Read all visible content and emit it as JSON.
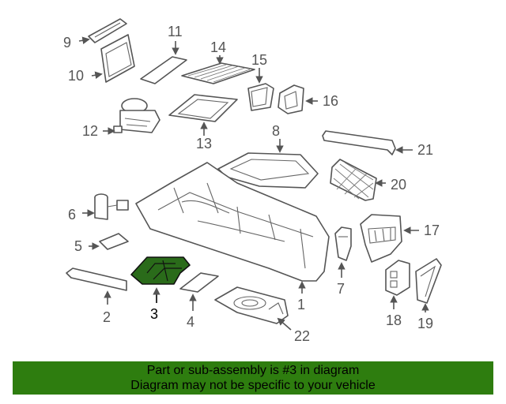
{
  "diagram": {
    "highlight_color": "#2e7d0f",
    "highlighted_part": "3",
    "callouts": [
      "1",
      "2",
      "3",
      "4",
      "5",
      "6",
      "7",
      "8",
      "9",
      "10",
      "11",
      "12",
      "13",
      "14",
      "15",
      "16",
      "17",
      "18",
      "19",
      "20",
      "21",
      "22"
    ]
  },
  "banner": {
    "line1": "Part or sub-assembly is #3 in diagram",
    "line2": "Diagram may not be specific to your vehicle",
    "background": "#2e7d0f"
  }
}
